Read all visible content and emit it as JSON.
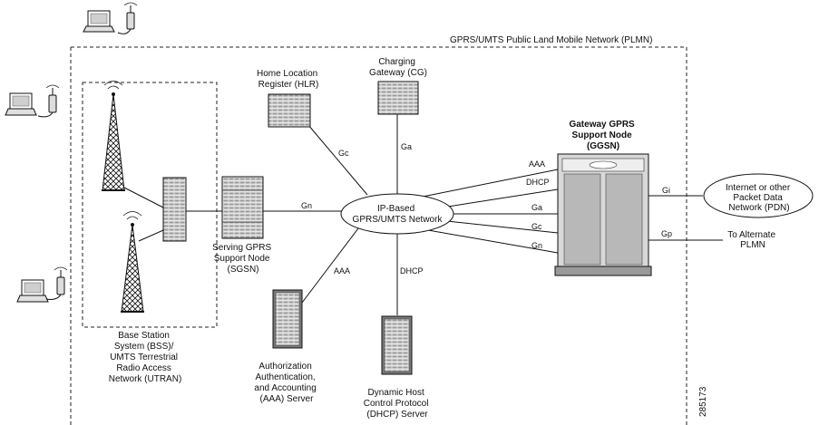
{
  "plmn": {
    "title": "GPRS/UMTS Public Land Mobile Network (PLMN)"
  },
  "bss": {
    "lines": [
      "Base Station",
      "System (BSS)/",
      "UMTS Terrestrial",
      "Radio Access",
      "Network (UTRAN)"
    ]
  },
  "sgsn": {
    "lines": [
      "Serving GPRS",
      "Support Node",
      "(SGSN)"
    ]
  },
  "hlr": {
    "lines": [
      "Home Location",
      "Register (HLR)"
    ]
  },
  "cg": {
    "lines": [
      "Charging",
      "Gateway (CG)"
    ]
  },
  "aaa_server": {
    "lines": [
      "Authorization",
      "Authentication,",
      "and Accounting",
      "(AAA) Server"
    ]
  },
  "dhcp_server": {
    "lines": [
      "Dynamic Host",
      "Control Protocol",
      "(DHCP) Server"
    ]
  },
  "ip_network": {
    "lines": [
      "IP-Based",
      "GPRS/UMTS Network"
    ]
  },
  "ggsn": {
    "lines": [
      "Gateway GPRS",
      "Support Node",
      "(GGSN)"
    ]
  },
  "pdn": {
    "lines": [
      "Internet or other",
      "Packet Data",
      "Network (PDN)"
    ]
  },
  "alt_plmn": {
    "lines": [
      "To Alternate",
      "PLMN"
    ]
  },
  "interfaces": {
    "gn_sgsn": "Gn",
    "gc_hlr": "Gc",
    "ga_cg": "Ga",
    "aaa_server": "AAA",
    "dhcp_server": "DHCP",
    "ggsn_aaa": "AAA",
    "ggsn_dhcp": "DHCP",
    "ggsn_ga": "Ga",
    "ggsn_gc": "Gc",
    "ggsn_gn": "Gn",
    "gi": "Gi",
    "gp": "Gp"
  },
  "figure_id": "285173",
  "colors": {
    "line": "#111111",
    "equipment_fill": "#d8d8d8",
    "equipment_dark": "#6a6a6a"
  },
  "icons": [
    "laptop-icon",
    "mobile-phone-icon",
    "cell-tower-icon",
    "server-rack-icon"
  ]
}
